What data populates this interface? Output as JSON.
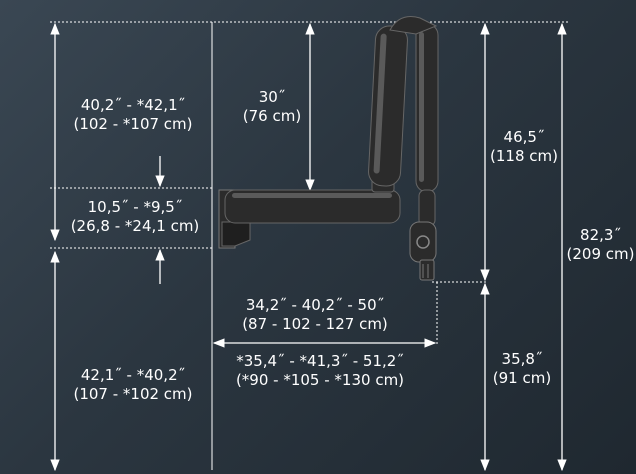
{
  "colors": {
    "background_top": "#3a4753",
    "background_bottom": "#1f2830",
    "lines": "#ffffff",
    "arm": "#2b2b2b",
    "arm_highlight": "#5a5a5a"
  },
  "labels": {
    "height_top": {
      "line1": "40,2˝ - *42,1˝",
      "line2": "(102  - *107 cm)"
    },
    "arm_to_top": {
      "line1": "30˝",
      "line2": "(76 cm)"
    },
    "mount_height": {
      "line1": "10,5˝ - *9,5˝",
      "line2": "(26,8  - *24,1 cm)"
    },
    "head_height": {
      "line1": "46,5˝",
      "line2": "(118 cm)"
    },
    "total_height": {
      "line1": "82,3˝",
      "line2": "(209 cm)"
    },
    "reach_standard": {
      "line1": "34,2˝ - 40,2˝ - 50˝",
      "line2": "(87  - 102 - 127 cm)"
    },
    "reach_long": {
      "line1": "*35,4˝ - *41,3˝ - 51,2˝",
      "line2": "(*90  - *105 - *130 cm)"
    },
    "floor_height": {
      "line1": "42,1˝ - *40,2˝",
      "line2": "(107  - *102 cm)"
    },
    "bottom_height": {
      "line1": "35,8˝",
      "line2": "(91 cm)"
    }
  }
}
